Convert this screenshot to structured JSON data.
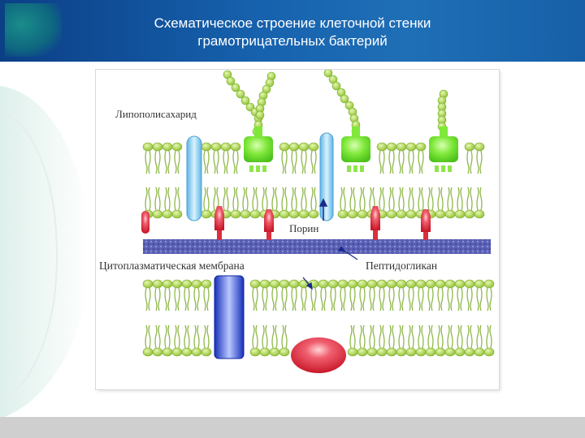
{
  "slide": {
    "title_line1": "Схематическое строение клеточной стенки",
    "title_line2": "грамотрицательных бактерий"
  },
  "diagram": {
    "labels": {
      "lipopolysaccharide": "Липополисахарид",
      "porin": "Порин",
      "cytoplasmic_membrane": "Цитоплазматическая мембрана",
      "peptidoglycan": "Пептидогликан"
    },
    "colors": {
      "lipid_head": "#9ccc3c",
      "lipid_tail": "#8fb84a",
      "lps_green": "#6fe02a",
      "porin_blue": "#8fd0f0",
      "transmembrane_blue": "#1f3fd0",
      "lipoprotein_red": "#d83040",
      "peptidoglycan": "#5a5fb0"
    }
  }
}
